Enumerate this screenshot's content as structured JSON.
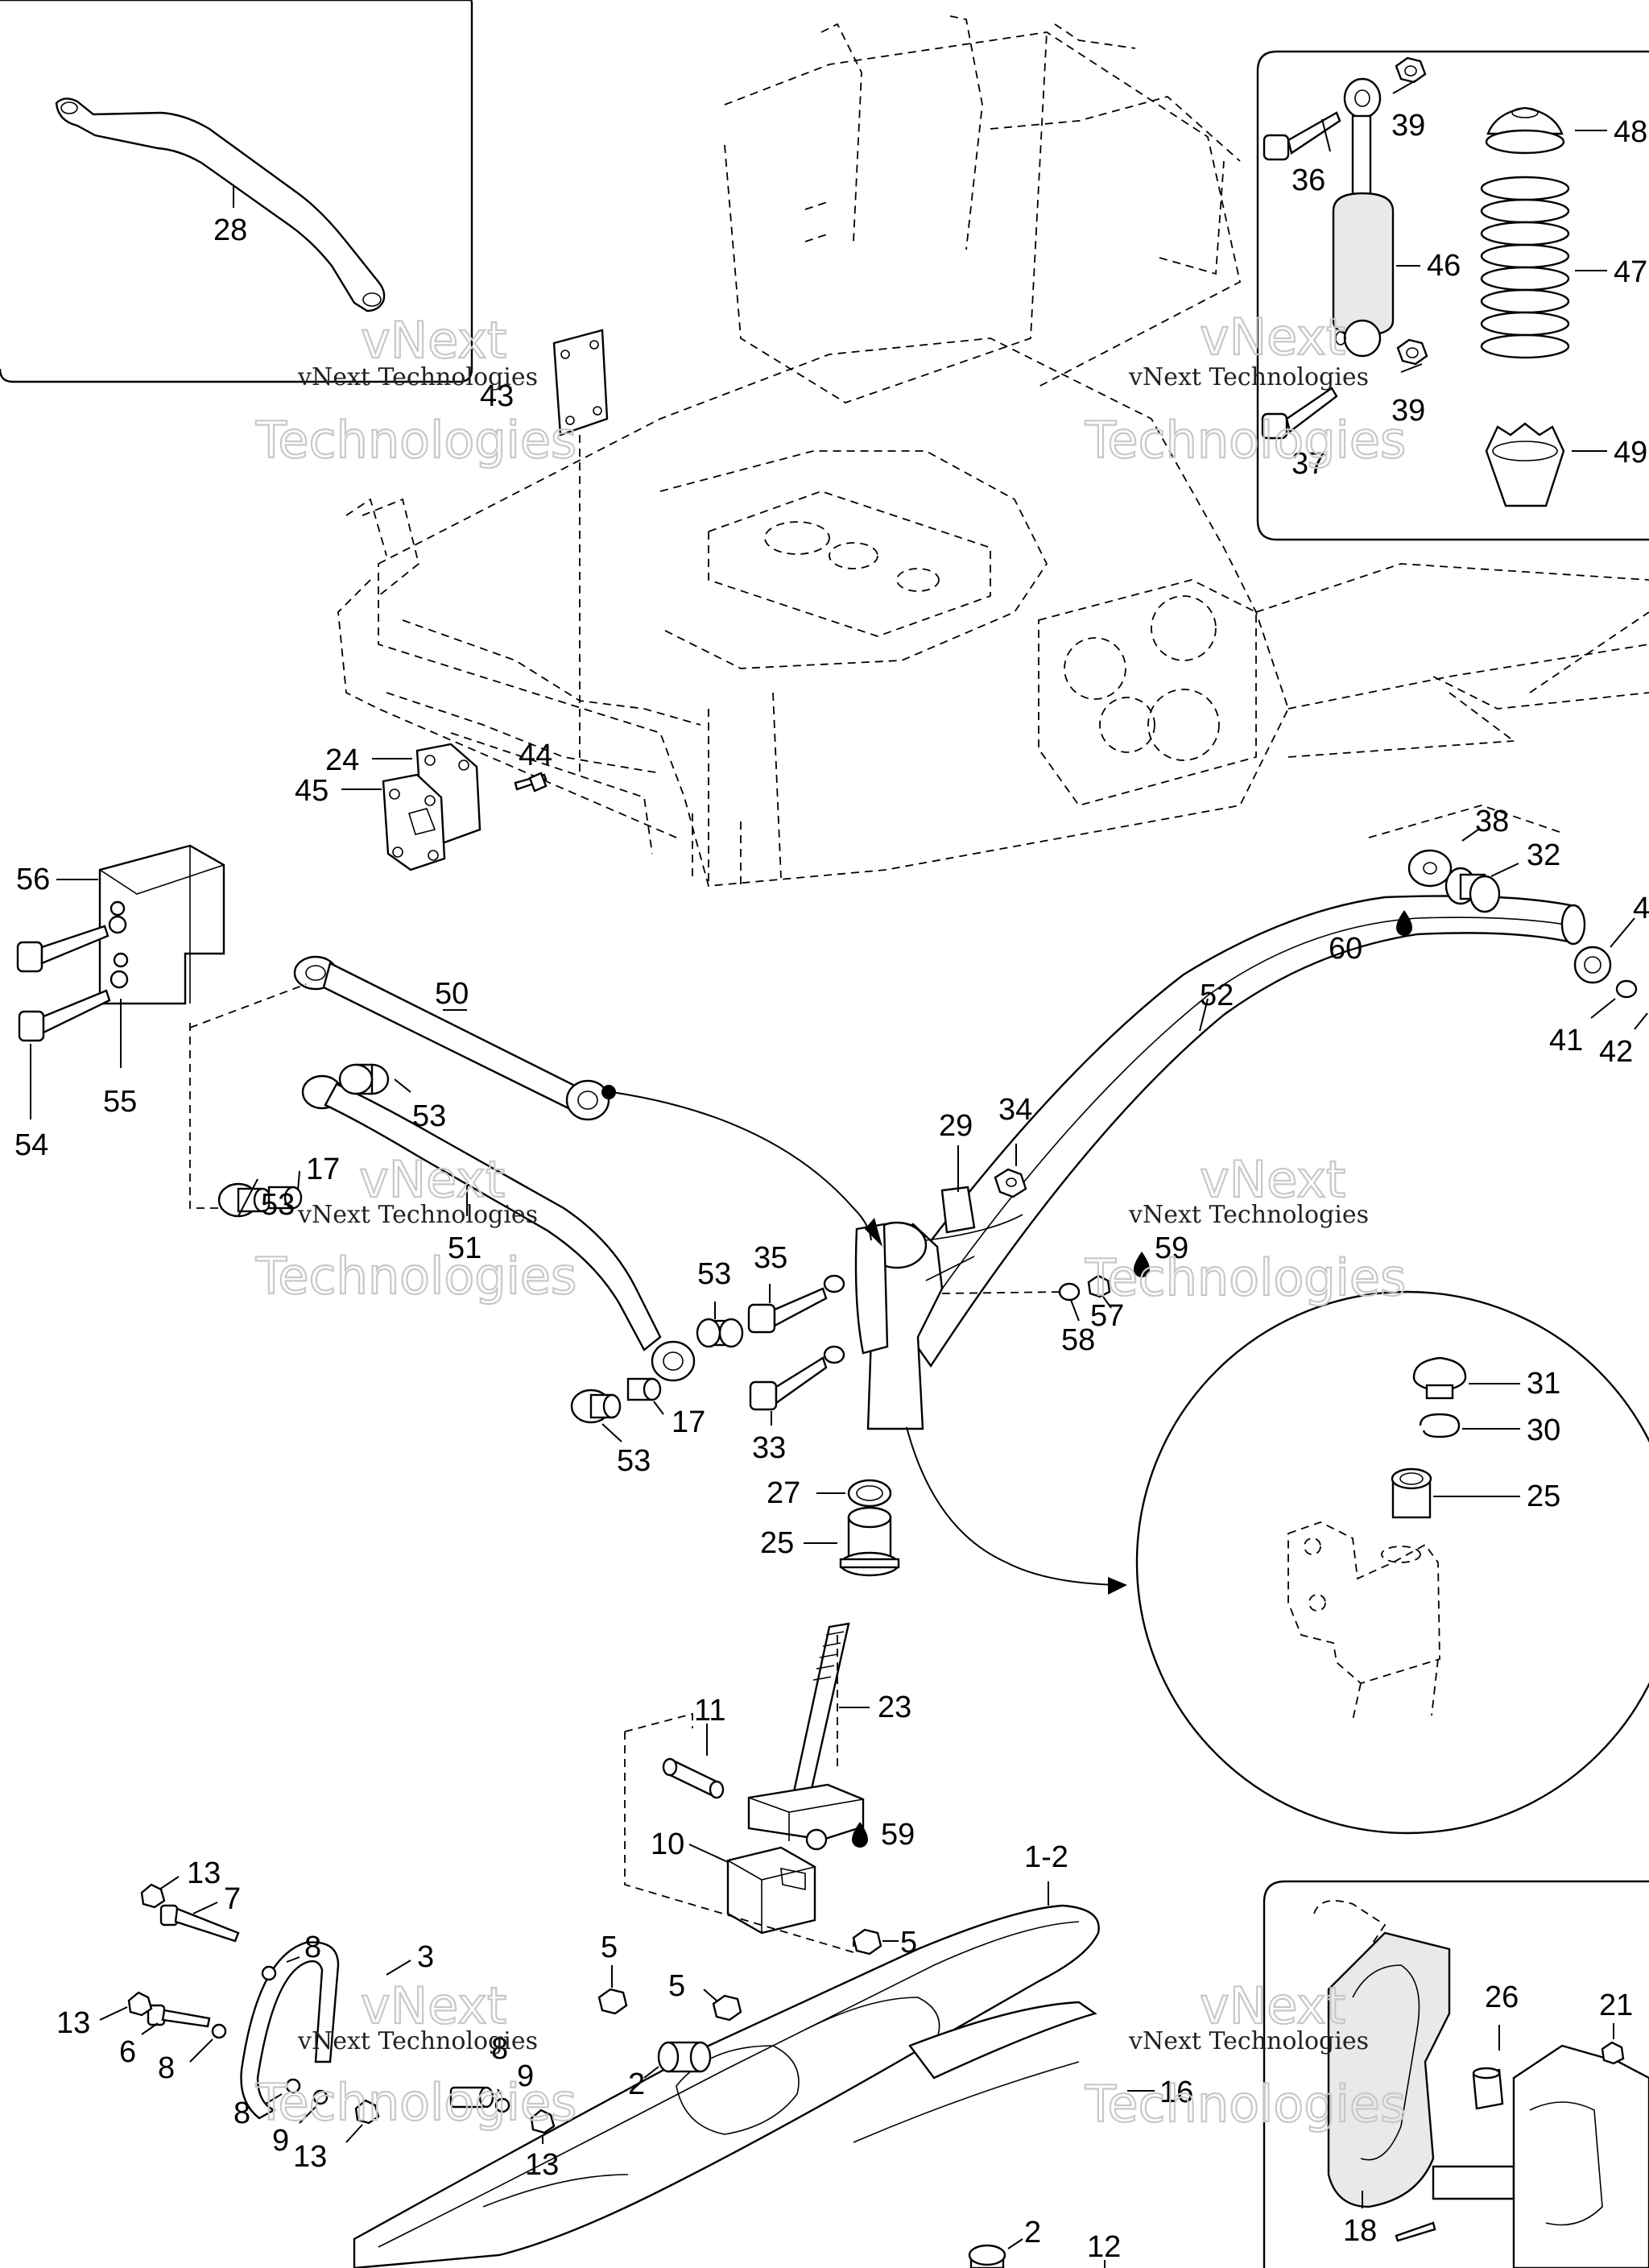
{
  "diagram": {
    "watermark": {
      "line1": "vNext Technologies",
      "big1": "vNext",
      "big2": "Technologies"
    },
    "callouts": {
      "c28": "28",
      "c36": "36",
      "c39a": "39",
      "c39b": "39",
      "c37": "37",
      "c46": "46",
      "c48": "48",
      "c47": "47",
      "c49": "49",
      "c43": "43",
      "c24": "24",
      "c44": "44",
      "c45": "45",
      "c56": "56",
      "c54": "54",
      "c55": "55",
      "c50": "50",
      "c53a": "53",
      "c53b": "53",
      "c53c": "53",
      "c53d": "53",
      "c17a": "17",
      "c17b": "17",
      "c51": "51",
      "c38": "38",
      "c32": "32",
      "c4": "4",
      "c60": "60",
      "c41": "41",
      "c42": "42",
      "c52": "52",
      "c29": "29",
      "c34": "34",
      "c35": "35",
      "c33": "33",
      "c59a": "59",
      "c57": "57",
      "c58": "58",
      "c31": "31",
      "c30": "30",
      "c25a": "25",
      "c27": "27",
      "c25b": "25",
      "c23": "23",
      "c11": "11",
      "c10": "10",
      "c59b": "59",
      "c12": "1-2",
      "c13a": "13",
      "c7": "7",
      "c8a": "8",
      "c13b": "13",
      "c6": "6",
      "c8b": "8",
      "c3": "3",
      "c8c": "8",
      "c9a": "9",
      "c8d": "8",
      "c9b": "9",
      "c13c": "13",
      "c13d": "13",
      "c5a": "5",
      "c5b": "5",
      "c5c": "5",
      "c2a": "2",
      "c2b": "2",
      "c16": "16",
      "c12b": "12",
      "c26": "26",
      "c21": "21",
      "c18": "18"
    }
  }
}
